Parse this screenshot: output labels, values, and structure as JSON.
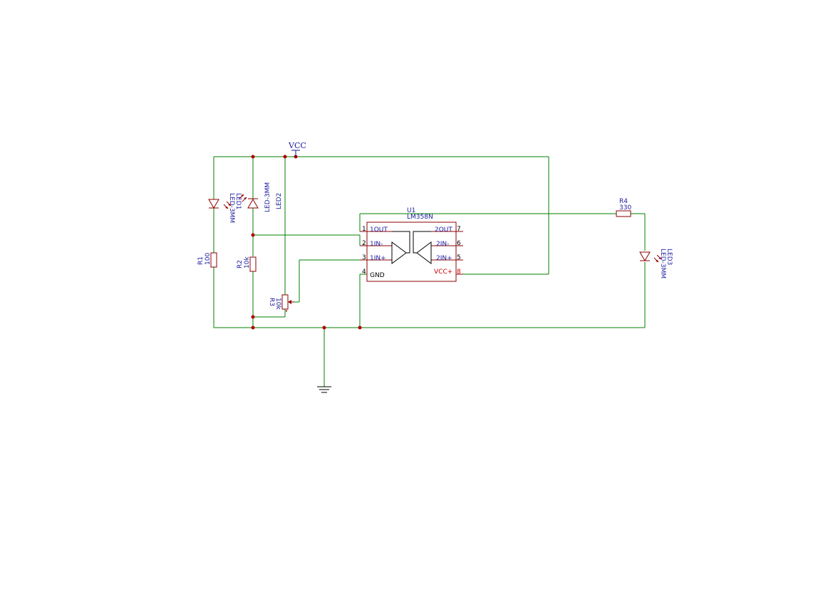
{
  "power": {
    "vcc_label": "VCC"
  },
  "u1": {
    "ref": "U1",
    "value": "LM358N",
    "pins": {
      "p1_num": "1",
      "p1_name": "1OUT",
      "p2_num": "2",
      "p2_name": "1IN-",
      "p3_num": "3",
      "p3_name": "1IN+",
      "p4_num": "4",
      "p4_name": "GND",
      "p7_num": "7",
      "p7_name": "2OUT",
      "p6_num": "6",
      "p6_name": "2IN-",
      "p5_num": "5",
      "p5_name": "2IN+",
      "p8_num": "8",
      "p8_name": "VCC+"
    }
  },
  "led1": {
    "ref": "LED1",
    "value": "LED-3MM"
  },
  "led2": {
    "ref": "LED2",
    "value": "LED-3MM"
  },
  "led3": {
    "ref": "LED3",
    "value": "LED-3MM"
  },
  "r1": {
    "ref": "R1",
    "value": "100"
  },
  "r2": {
    "ref": "R2",
    "value": "10k"
  },
  "r3": {
    "ref": "R3",
    "value": "10k"
  },
  "r4": {
    "ref": "R4",
    "value": "330"
  },
  "colors": {
    "wire": "#008000",
    "part": "#8b0000",
    "text": "#1a1a9e",
    "junction": "#b00000",
    "power_pin": "#cc0000"
  }
}
